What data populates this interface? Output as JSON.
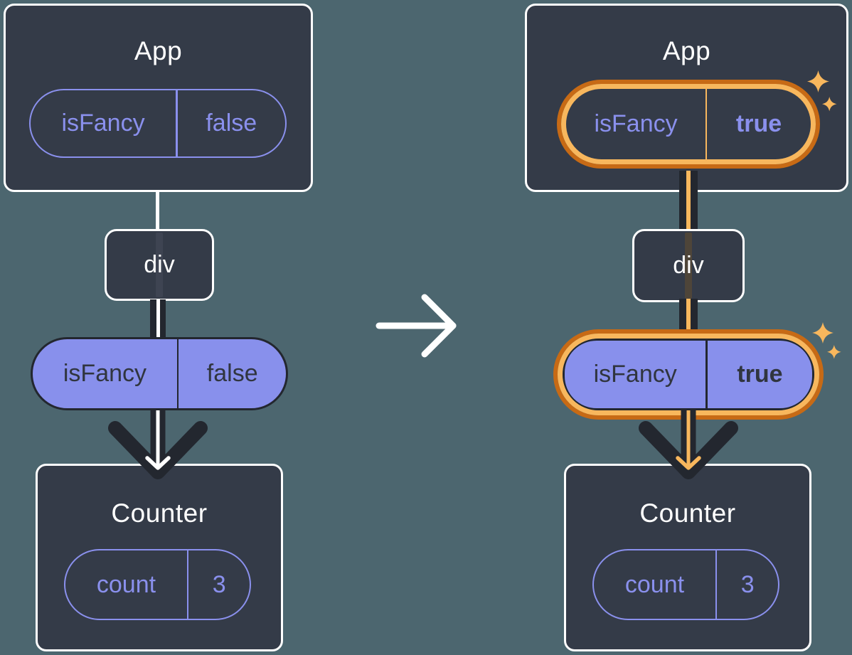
{
  "diagram": {
    "before": {
      "app": {
        "title": "App",
        "state": {
          "name": "isFancy",
          "value": "false",
          "highlighted": false
        }
      },
      "div_label": "div",
      "prop": {
        "name": "isFancy",
        "value": "false",
        "highlighted": false
      },
      "counter": {
        "title": "Counter",
        "state": {
          "name": "count",
          "value": "3"
        }
      }
    },
    "after": {
      "app": {
        "title": "App",
        "state": {
          "name": "isFancy",
          "value": "true",
          "highlighted": true
        }
      },
      "div_label": "div",
      "prop": {
        "name": "isFancy",
        "value": "true",
        "highlighted": true
      },
      "counter": {
        "title": "Counter",
        "state": {
          "name": "count",
          "value": "3"
        }
      }
    }
  },
  "icons": {
    "transition": "arrow-right-icon",
    "highlight": "sparkles-icon"
  },
  "colors": {
    "background": "#4C666F",
    "card_background": "#343B48",
    "card_border": "#FFFFFF",
    "purple": "#8A90ED",
    "purple_fill": "#8890EC",
    "dark": "#23272F",
    "orange_dark": "#C76A15",
    "orange_light": "#F8B75D"
  }
}
